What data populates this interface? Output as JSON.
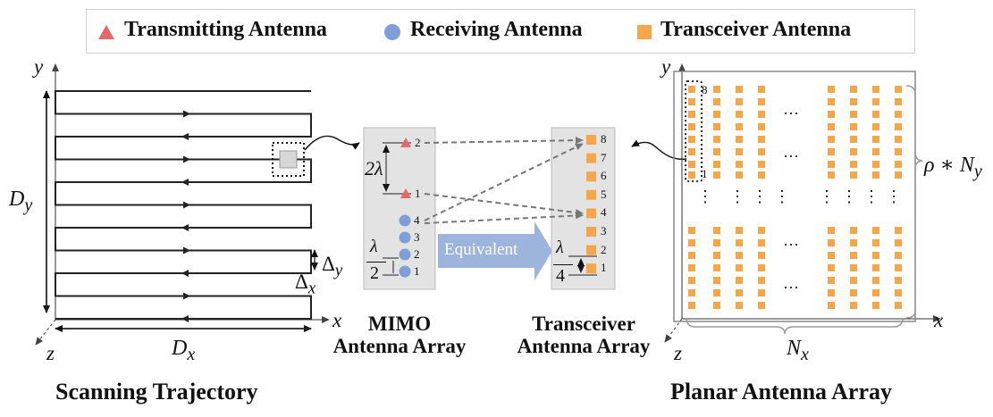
{
  "legend": {
    "transmit": "Transmitting Antenna",
    "receive": "Receiving Antenna",
    "transceiver": "Transceiver Antenna"
  },
  "colors": {
    "transmit": "#e36a6a",
    "receive": "#7f9fd8",
    "transceiver": "#f5a54a",
    "panel": "#e3e3e3",
    "arrow_fill": "#9db5dc"
  },
  "scanning": {
    "caption": "Scanning Trajectory",
    "axis_y": "y",
    "axis_x": "x",
    "axis_z": "z",
    "dy": "D",
    "dy_sub": "y",
    "dx": "D",
    "dx_sub": "x",
    "delta_y": "Δ",
    "delta_y_sub": "y",
    "delta_x": "Δ",
    "delta_x_sub": "x"
  },
  "mimo": {
    "title_line1": "MIMO",
    "title_line2": "Antenna Array",
    "tx_labels": [
      "2",
      "1"
    ],
    "rx_labels": [
      "4",
      "3",
      "2",
      "1"
    ],
    "spacing_tx": "2λ",
    "spacing_rx_num": "λ",
    "spacing_rx_den": "2"
  },
  "equivalent": {
    "label": "Equivalent"
  },
  "transceiver": {
    "title_line1": "Transceiver",
    "title_line2": "Antenna Array",
    "labels": [
      "8",
      "7",
      "6",
      "5",
      "4",
      "3",
      "2",
      "1"
    ],
    "spacing_num": "λ",
    "spacing_den": "4"
  },
  "planar": {
    "caption": "Planar Antenna Array",
    "axis_y": "y",
    "axis_x": "x",
    "axis_z": "z",
    "col_label_top": "8",
    "col_label_bottom": "1",
    "rho": "ρ ∗ N",
    "rho_sub": "y",
    "nx": "N",
    "nx_sub": "x",
    "hdots": "···",
    "vdots": "⋮"
  }
}
